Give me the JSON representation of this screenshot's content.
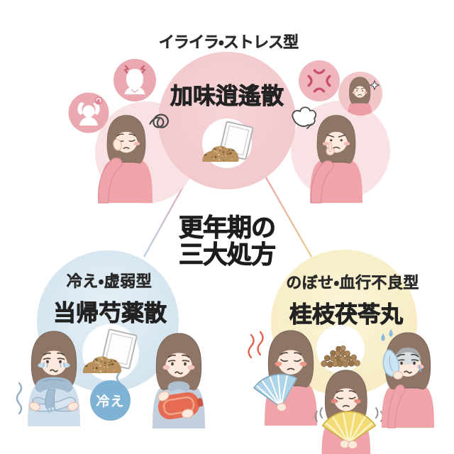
{
  "center_title": {
    "line1": "更年期の",
    "line2": "三大処方"
  },
  "stress": {
    "type_label": "イライラ・ストレス型",
    "remedy": "加味逍遙散"
  },
  "cold": {
    "type_label": "冷え・虚弱型",
    "remedy": "当帰芍薬散",
    "badge": "冷え"
  },
  "hotflash": {
    "type_label": "のぼせ・血行不良型",
    "remedy": "桂枝茯苓丸"
  },
  "colors": {
    "stress_circle": "#f3c9cd",
    "cold_circle": "#d4e5f0",
    "hotflash_circle": "#f6ecc3",
    "cold_badge": "#7fb3d5",
    "text": "#2a2a2a"
  }
}
